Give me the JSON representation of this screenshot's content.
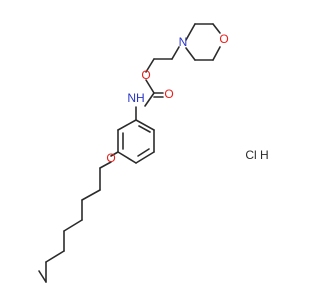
{
  "colors": {
    "bond": "#2b2b2b",
    "carbon_text": "#2b2b2b",
    "oxygen": "#e8201b",
    "nitrogen": "#2a35c7",
    "salt": "#2b2b2b"
  },
  "labels": {
    "morpholine_o": "O",
    "morpholine_n": "N",
    "ester_o": "O",
    "carbonyl_o": "O",
    "nh": "NH",
    "ether_o": "O",
    "salt": "Cl H"
  }
}
